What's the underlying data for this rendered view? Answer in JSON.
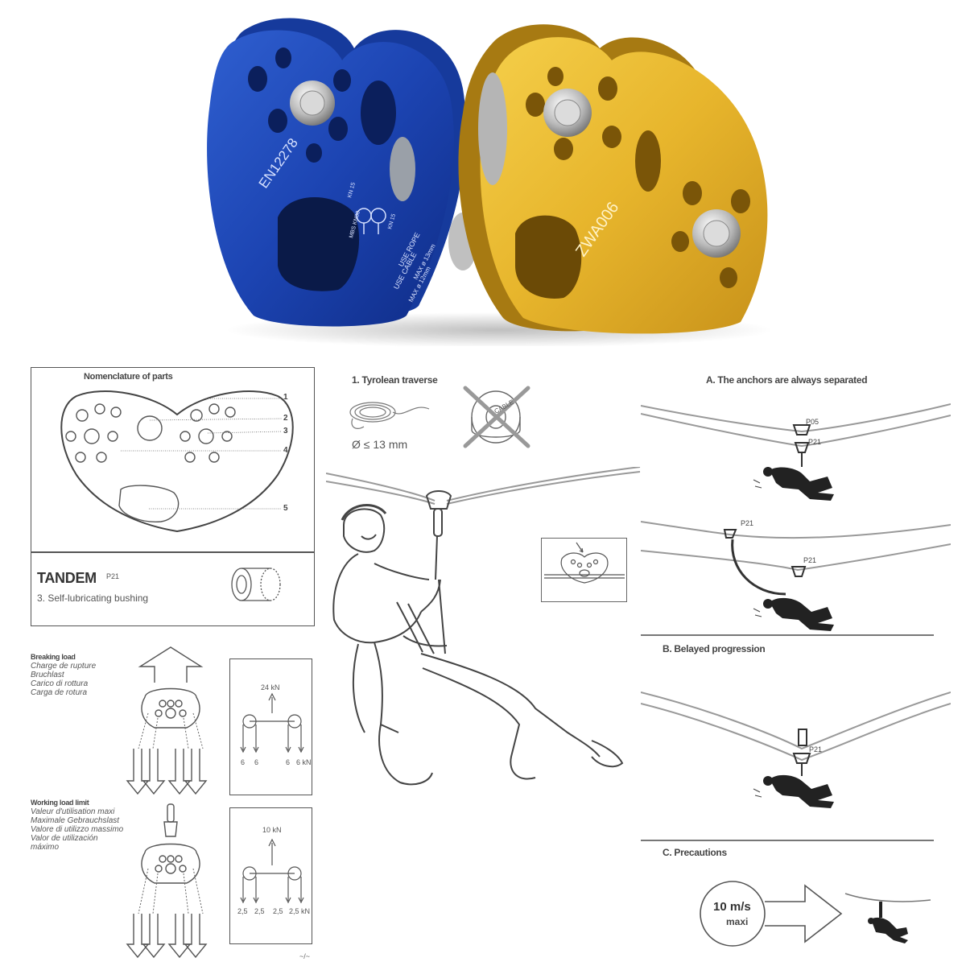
{
  "product": {
    "blue_pulley": {
      "model": "EN12278",
      "kn_top": "KN 15",
      "kn_right": "KN 15",
      "mbs": "MBS KN30",
      "use_rope": "USE ROPE",
      "rope_max": "MAX ø 13mm",
      "use_cable": "USE CABLE",
      "cable_max": "MAX ø 12mm",
      "color": "#1f47b8"
    },
    "gold_pulley": {
      "model": "ZWA006",
      "color": "#e2b12c"
    }
  },
  "nomenclature": {
    "title": "Nomenclature of parts",
    "callouts": [
      "1",
      "2",
      "3",
      "4",
      "5"
    ],
    "product_name": "TANDEM",
    "product_code": "P21",
    "bushing_label": "3. Self-lubricating bushing"
  },
  "breaking_load": {
    "labels": [
      "Breaking load",
      "Charge de rupture",
      "Bruchlast",
      "Carico di rottura",
      "Carga de rotura"
    ],
    "total": "24 kN",
    "parts": [
      "6",
      "6",
      "6",
      "6 kN"
    ]
  },
  "working_load": {
    "labels": [
      "Working load limit",
      "Valeur d'utilisation maxi",
      "Maximale Gebrauchslast",
      "Valore di utilizzo massimo",
      "Valor de utilización",
      "máximo"
    ],
    "total": "10 kN",
    "parts": [
      "2,5",
      "2,5",
      "2,5",
      "2,5 kN"
    ]
  },
  "tyrolean": {
    "title": "1. Tyrolean traverse",
    "rope_diameter": "Ø ≤ 13 mm",
    "cable_label": "CABLE"
  },
  "anchors": {
    "section_a": "A. The anchors are always separated",
    "section_b": "B. Belayed progression",
    "section_c": "C. Precautions",
    "tag_p05": "P05",
    "tag_p21": "P21",
    "speed_limit": "10 m/s",
    "speed_sub": "maxi"
  },
  "footer_mark": "~/~"
}
